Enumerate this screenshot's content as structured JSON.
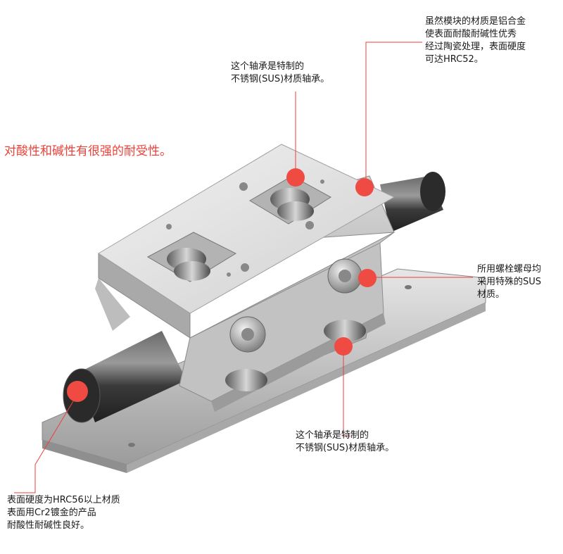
{
  "headline": "对酸性和碱性有很强的耐受性。",
  "callouts": {
    "top_right": {
      "lines": [
        "虽然模块的材质是铝合金",
        "使表面耐酸耐碱性优秀",
        "经过陶瓷处理，表面硬度",
        "可达HRC52。"
      ]
    },
    "top_center": {
      "lines": [
        "这个轴承是特制的",
        "不锈钢(SUS)材质轴承。"
      ]
    },
    "right": {
      "lines": [
        "所用螺栓螺母均",
        "采用特殊的SUS",
        "材质。"
      ]
    },
    "bottom_center": {
      "lines": [
        "这个轴承是特制的",
        "不锈钢(SUS)材质轴承。"
      ]
    },
    "bottom_left": {
      "lines": [
        "表面硬度为HRC56以上材质",
        "表面用Cr2镀金的产品",
        "耐酸性耐碱性良好。"
      ]
    }
  },
  "colors": {
    "accent": "#e8423a",
    "marker": "#ef4b43",
    "leader_line": "#e8423a",
    "metal_light": "#e6e6e6",
    "metal_mid": "#c4c4c4",
    "metal_dark": "#8d8d8d",
    "shaft_dark": "#3a3a3a"
  }
}
